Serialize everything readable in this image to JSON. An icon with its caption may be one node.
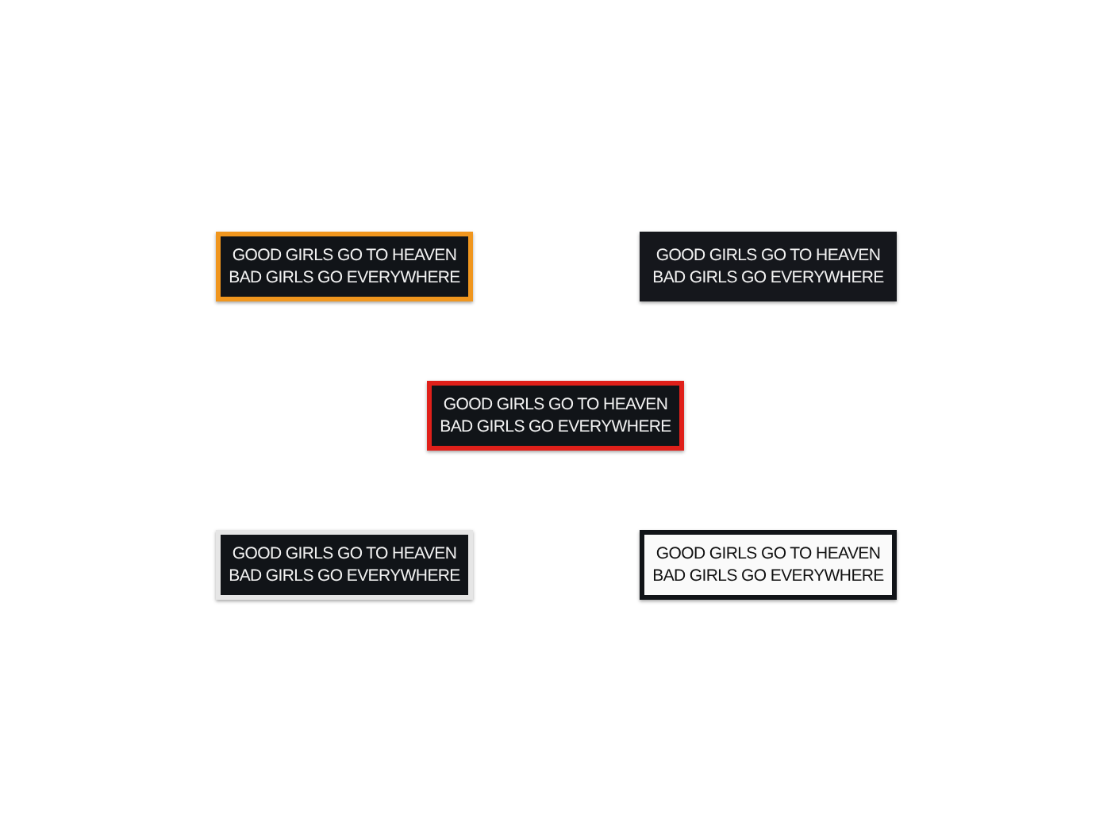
{
  "diagram": {
    "nodes": [
      {
        "text": [
          "GOOD GIRLS GO TO HEAVEN",
          "BAD GIRLS GO EVERYWHERE"
        ]
      },
      {
        "text": [
          "GOOD GIRLS GO TO HEAVEN",
          "BAD GIRLS GO EVERYWHERE"
        ]
      },
      {
        "text": [
          "GOOD GIRLS GO TO HEAVEN",
          "BAD GIRLS GO EVERYWHERE"
        ]
      },
      {
        "text": [
          "GOOD GIRLS GO TO HEAVEN",
          "BAD GIRLS GO EVERYWHERE"
        ]
      },
      {
        "text": [
          "GOOD GIRLS GO TO HEAVEN",
          "BAD GIRLS GO EVERYWHERE"
        ]
      }
    ]
  }
}
